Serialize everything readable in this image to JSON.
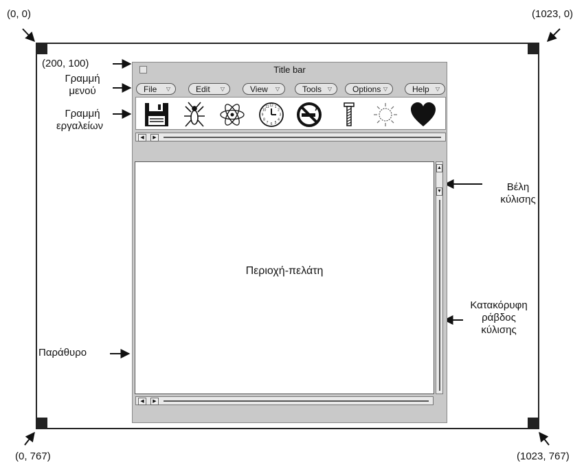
{
  "coords": {
    "top_left": "(0, 0)",
    "top_right": "(1023, 0)",
    "bottom_left": "(0, 767)",
    "bottom_right": "(1023, 767)",
    "window_origin": "(200, 100)"
  },
  "window": {
    "title": "Title bar",
    "menu": [
      "File",
      "Edit",
      "View",
      "Tools",
      "Options",
      "Help"
    ],
    "toolbar_icons": [
      "floppy-disk-icon",
      "bug-icon",
      "atom-icon",
      "clock-icon",
      "no-smoking-icon",
      "screw-icon",
      "sun-icon",
      "heart-icon"
    ],
    "client_label": "Περιοχή-πελάτη"
  },
  "callouts": {
    "menu_bar": [
      "Γραμμή",
      "μενού"
    ],
    "toolbar": [
      "Γραμμή",
      "εργαλείων"
    ],
    "window": "Παράθυρο",
    "scroll_arrows": [
      "Βέλη",
      "κύλισης"
    ],
    "vertical_scrollbar": [
      "Κατακόρυφη",
      "ράβδος",
      "κύλισης"
    ]
  }
}
